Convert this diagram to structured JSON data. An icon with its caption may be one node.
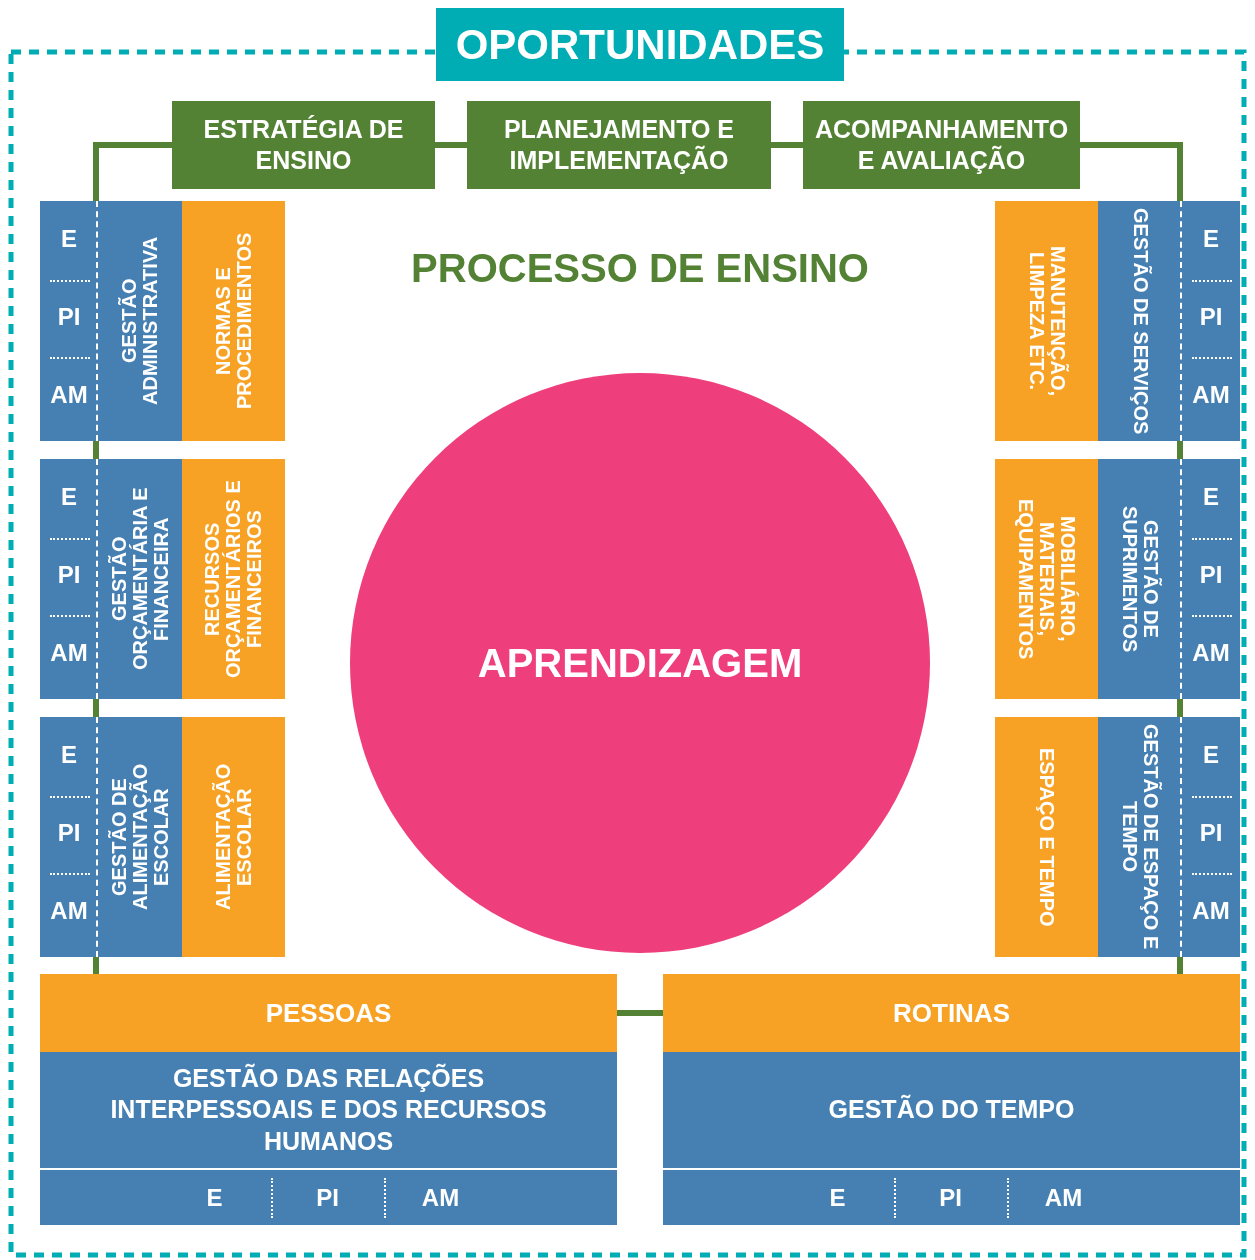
{
  "diagram": {
    "nodes": [
      {
        "text": [
          "OPORTUNIDADES"
        ]
      },
      {
        "text": [
          "ESTRATÉGIA DE ENSINO"
        ],
        "in": 0
      },
      {
        "text": [
          "PLANEJAMENTO E IMPLEMENTAÇÃO"
        ],
        "in": 0
      },
      {
        "text": [
          "ACOMPANHAMENTO E AVALIAÇÃO"
        ],
        "in": 0
      },
      {
        "text": [
          "APRENDIZAGEM"
        ],
        "in": 0
      },
      {
        "text": [
          "E",
          "PI",
          "AM",
          "GESTÃO ADMINISTRATIVA"
        ],
        "in": 0
      },
      {
        "text": [
          "NORMAS E PROCEDIMENTOS"
        ],
        "in": 0
      },
      {
        "text": [
          "E",
          "PI",
          "AM",
          "GESTÃO ORÇAMENTÁRIA E FINANCEIRA"
        ],
        "in": 0
      },
      {
        "text": [
          "RECURSOS ORÇAMENTÁRIOS E FINANCEIROS"
        ],
        "in": 0
      },
      {
        "text": [
          "E",
          "PI",
          "AM",
          "GESTÃO DE ALIMENTAÇÃO ESCOLAR"
        ],
        "in": 0
      },
      {
        "text": [
          "ALIMENTAÇÃO ESCOLAR"
        ],
        "in": 0
      },
      {
        "text": [
          "MANUTENÇÃO, LIMPEZA ETC."
        ],
        "in": 0
      },
      {
        "text": [
          "E",
          "PI",
          "AM",
          "GESTÃO DE SERVIÇOS"
        ],
        "in": 0
      },
      {
        "text": [
          "MOBILIÁRIO, MATERIAIS, EQUIPAMENTOS"
        ],
        "in": 0
      },
      {
        "text": [
          "E",
          "PI",
          "AM",
          "GESTÃO DE SUPRIMENTOS"
        ],
        "in": 0
      },
      {
        "text": [
          "ESPAÇO E TEMPO"
        ],
        "in": 0
      },
      {
        "text": [
          "E",
          "PI",
          "AM",
          "GESTÃO DE ESPAÇO E TEMPO"
        ],
        "in": 0
      },
      {
        "text": [
          "PESSOAS"
        ],
        "in": 0
      },
      {
        "text": [
          "GESTÃO DAS RELAÇÕES INTERPESSOAIS E DOS RECURSOS HUMANOS"
        ],
        "in": 0
      },
      {
        "text": [
          "E",
          "PI",
          "AM"
        ],
        "in": 0
      },
      {
        "text": [
          "ROTINAS"
        ],
        "in": 0
      },
      {
        "text": [
          "GESTÃO DO TEMPO"
        ],
        "in": 0
      },
      {
        "text": [
          "E",
          "PI",
          "AM"
        ],
        "in": 0
      }
    ],
    "edges": [
      {
        "from": 1,
        "to": 2,
        "arrow": "none"
      },
      {
        "from": 2,
        "to": 3,
        "arrow": "none"
      },
      {
        "from": 1,
        "to": 5,
        "arrow": "none"
      },
      {
        "from": 5,
        "to": 7,
        "arrow": "none"
      },
      {
        "from": 7,
        "to": 9,
        "arrow": "none"
      },
      {
        "from": 9,
        "to": 17,
        "arrow": "none"
      },
      {
        "from": 3,
        "to": 12,
        "arrow": "none"
      },
      {
        "from": 12,
        "to": 14,
        "arrow": "none"
      },
      {
        "from": 14,
        "to": 16,
        "arrow": "none"
      },
      {
        "from": 16,
        "to": 20,
        "arrow": "none"
      },
      {
        "from": 17,
        "to": 20,
        "arrow": "none"
      }
    ],
    "labels": [
      "PROCESSO DE ENSINO"
    ]
  }
}
